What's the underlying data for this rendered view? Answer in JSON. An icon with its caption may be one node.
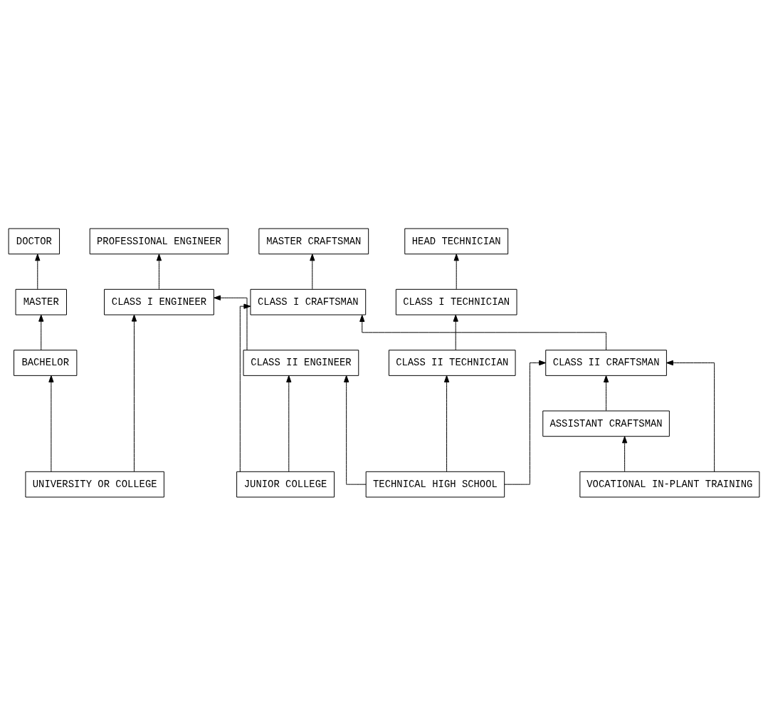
{
  "diagram": {
    "nodes": [
      {
        "text": [
          "DOCTOR"
        ]
      },
      {
        "text": [
          "PROFESSIONAL ENGINEER"
        ]
      },
      {
        "text": [
          "HEAD TECHNICIAN"
        ]
      },
      {
        "text": [
          "MASTER CRAFTSMAN"
        ]
      },
      {
        "text": [
          "MASTER"
        ]
      },
      {
        "text": [
          "CLASS I ENGINEER"
        ]
      },
      {
        "text": [
          "CLASS I TECHNICIAN"
        ]
      },
      {
        "text": [
          "CLASS I CRAFTSMAN"
        ]
      },
      {
        "text": [
          "BACHELOR"
        ]
      },
      {
        "text": [
          "CLASS II ENGINEER"
        ]
      },
      {
        "text": [
          "CLASS II TECHNICIAN"
        ]
      },
      {
        "text": [
          "CLASS II CRAFTSMAN"
        ]
      },
      {
        "text": [
          "ASSISTANT CRAFTSMAN"
        ]
      },
      {
        "text": [
          "UNIVERSITY OR COLLEGE"
        ]
      },
      {
        "text": [
          "JUNIOR COLLEGE"
        ]
      },
      {
        "text": [
          "TECHNICAL HIGH SCHOOL"
        ]
      },
      {
        "text": [
          "VOCATIONAL IN-PLANT TRAINING"
        ]
      }
    ],
    "edges": [
      {
        "from": 4,
        "to": 0,
        "arrow": "to"
      },
      {
        "from": 5,
        "to": 1,
        "arrow": "to"
      },
      {
        "from": 6,
        "to": 2,
        "arrow": "to"
      },
      {
        "from": 7,
        "to": 3,
        "arrow": "to"
      },
      {
        "from": 8,
        "to": 4,
        "arrow": "to"
      },
      {
        "from": 9,
        "to": 5,
        "arrow": "to"
      },
      {
        "from": 10,
        "to": 6,
        "arrow": "to"
      },
      {
        "from": 11,
        "to": 7,
        "arrow": "to"
      },
      {
        "from": 12,
        "to": 11,
        "arrow": "to"
      },
      {
        "from": 13,
        "to": 8,
        "arrow": "to"
      },
      {
        "from": 13,
        "to": 5,
        "arrow": "to"
      },
      {
        "from": 14,
        "to": 9,
        "arrow": "to"
      },
      {
        "from": 14,
        "to": 7,
        "arrow": "to"
      },
      {
        "from": 15,
        "to": 9,
        "arrow": "to"
      },
      {
        "from": 15,
        "to": 10,
        "arrow": "to"
      },
      {
        "from": 15,
        "to": 11,
        "arrow": "to"
      },
      {
        "from": 16,
        "to": 11,
        "arrow": "to"
      },
      {
        "from": 16,
        "to": 12,
        "arrow": "to"
      }
    ]
  }
}
